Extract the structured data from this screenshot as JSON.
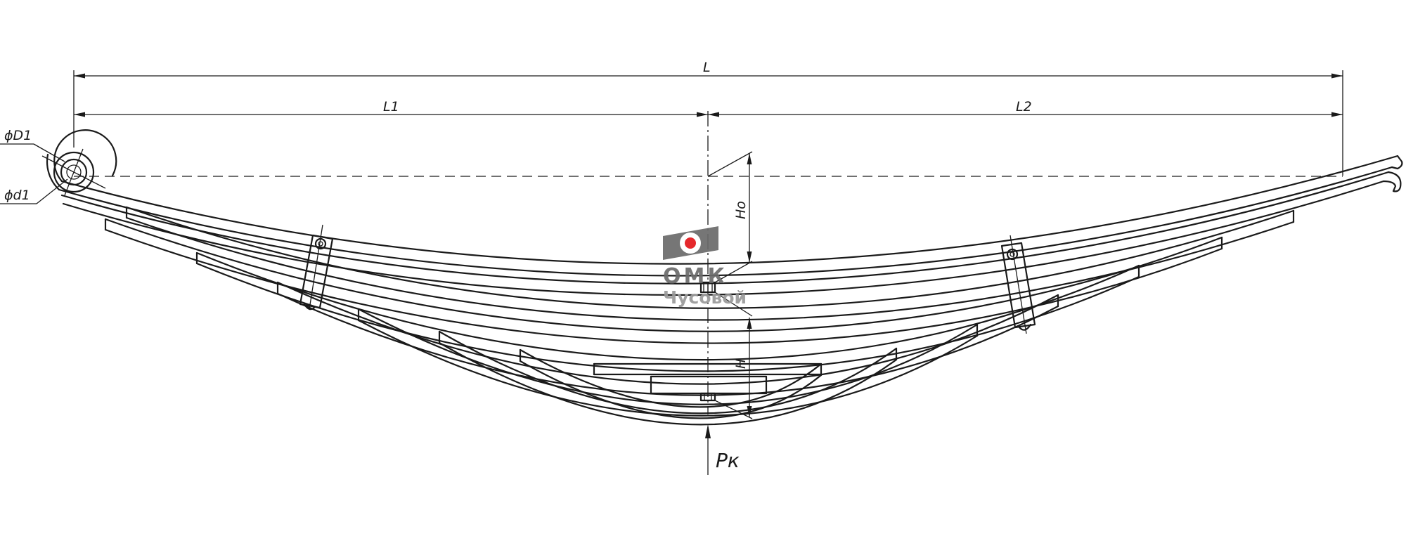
{
  "drawing": {
    "dimensions": {
      "overall_length": "L",
      "left_length": "L1",
      "right_length": "L2",
      "free_height": "Ho",
      "loaded_height": "H",
      "eye_outer_diameter": "ϕD1",
      "eye_inner_diameter": "ϕd1"
    },
    "load": {
      "label": "Pк"
    },
    "leaves": {
      "count": 11
    }
  },
  "watermark": {
    "brand": "ОМК",
    "location": "Чусовой",
    "mark_color": "#6b6b6b",
    "dot_color": "#e3161b"
  }
}
